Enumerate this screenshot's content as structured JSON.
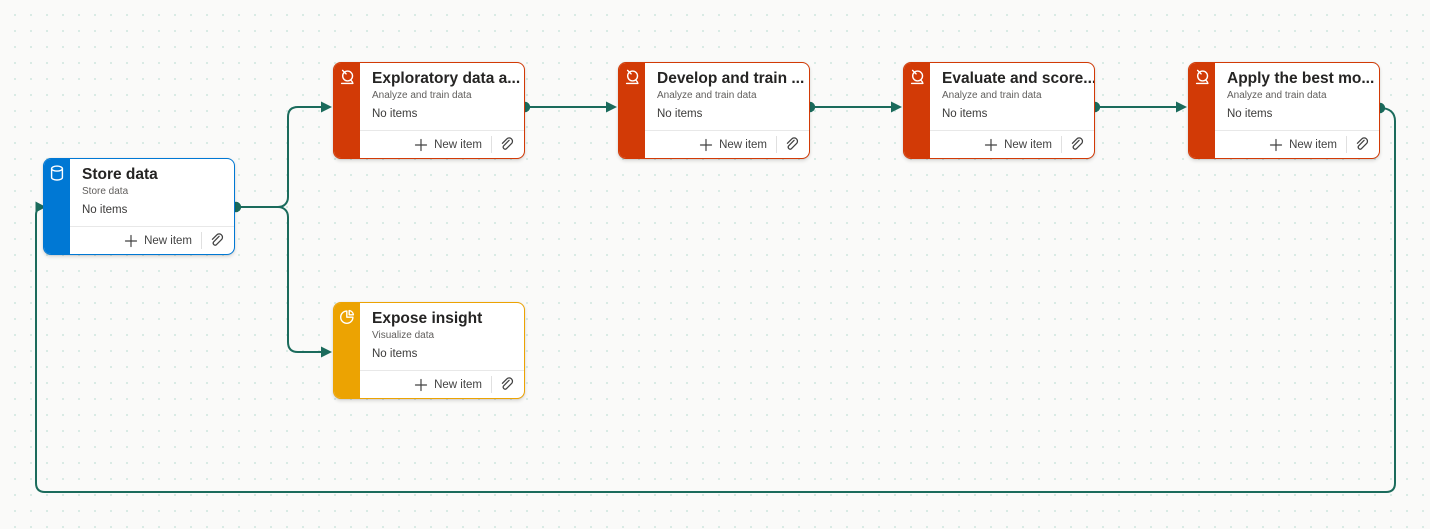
{
  "canvas": {
    "background": "#FAFAF9",
    "grid_dot_color": "#D9EBE5",
    "connector_color": "#1B6B5C"
  },
  "accent_colors": {
    "store": "#0078D4",
    "analyze": "#D23A06",
    "visualize": "#ECA302"
  },
  "cards": [
    {
      "id": "store-data",
      "title": "Store data",
      "subtitle": "Store data",
      "status": "No items",
      "new_item_label": "New item",
      "accent": "#0078D4",
      "icon": "database-icon"
    },
    {
      "id": "exploratory-data-analysis",
      "title": "Exploratory data a...",
      "subtitle": "Analyze and train data",
      "status": "No items",
      "new_item_label": "New item",
      "accent": "#D23A06",
      "icon": "microscope-icon"
    },
    {
      "id": "develop-and-train",
      "title": "Develop and train ...",
      "subtitle": "Analyze and train data",
      "status": "No items",
      "new_item_label": "New item",
      "accent": "#D23A06",
      "icon": "microscope-icon"
    },
    {
      "id": "evaluate-and-score",
      "title": "Evaluate and score...",
      "subtitle": "Analyze and train data",
      "status": "No items",
      "new_item_label": "New item",
      "accent": "#D23A06",
      "icon": "microscope-icon"
    },
    {
      "id": "apply-best-model",
      "title": "Apply the best mo...",
      "subtitle": "Analyze and train data",
      "status": "No items",
      "new_item_label": "New item",
      "accent": "#D23A06",
      "icon": "microscope-icon"
    },
    {
      "id": "expose-insight",
      "title": "Expose insight",
      "subtitle": "Visualize data",
      "status": "No items",
      "new_item_label": "New item",
      "accent": "#ECA302",
      "icon": "pie-chart-icon"
    }
  ],
  "connections": [
    {
      "from": "store-data",
      "to": "exploratory-data-analysis"
    },
    {
      "from": "store-data",
      "to": "expose-insight"
    },
    {
      "from": "exploratory-data-analysis",
      "to": "develop-and-train"
    },
    {
      "from": "develop-and-train",
      "to": "evaluate-and-score"
    },
    {
      "from": "evaluate-and-score",
      "to": "apply-best-model"
    },
    {
      "from": "apply-best-model",
      "to": "store-data"
    }
  ]
}
